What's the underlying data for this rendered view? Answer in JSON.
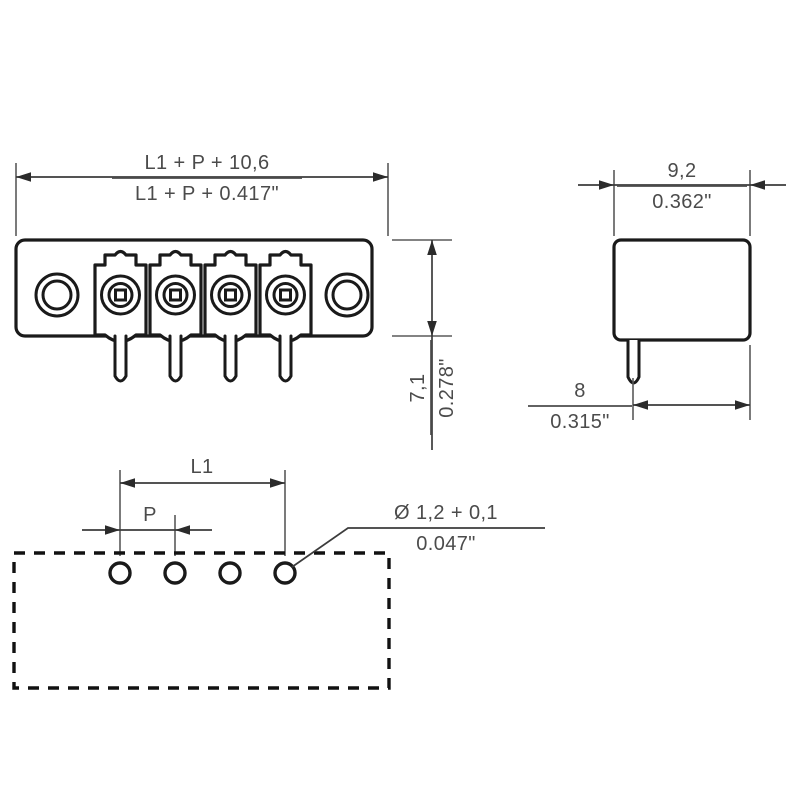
{
  "drawing": {
    "title": "Connector technical drawing",
    "views": {
      "front": {
        "name": "front-view",
        "pole_count": 4,
        "mounting_hole_count": 2
      },
      "side": {
        "name": "side-view"
      },
      "pcb": {
        "name": "pcb-layout-view",
        "pad_count": 4
      }
    }
  },
  "dimensions": {
    "overall_width_metric": "L1 + P + 10,6",
    "overall_width_imperial": "L1 + P + 0.417\"",
    "height_metric": "7,1",
    "height_imperial": "0.278\"",
    "side_width_metric": "9,2",
    "side_width_imperial": "0.362\"",
    "side_offset_metric": "8",
    "side_offset_imperial": "0.315\"",
    "pitch_label": "P",
    "span_label": "L1",
    "hole_diameter_metric": "Ø 1,2 + 0,1",
    "hole_diameter_imperial": "0.047\""
  },
  "colors": {
    "line": "#1a1a1a",
    "text": "#4b4b4b",
    "dimension": "#3c3c3c",
    "background": "#ffffff"
  }
}
